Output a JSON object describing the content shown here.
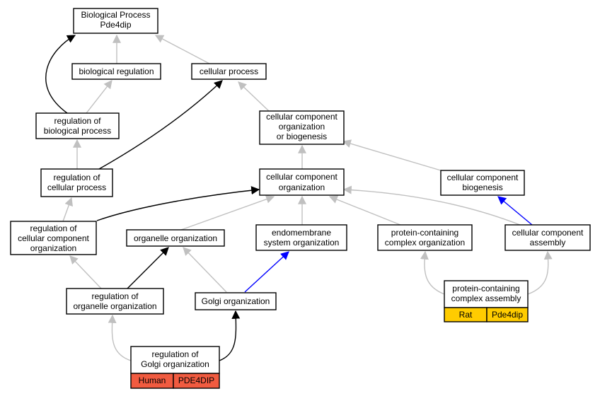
{
  "colors": {
    "edge_gray": "#c0c0c0",
    "edge_black": "#000000",
    "edge_blue": "#0000ff",
    "node_border": "#000000",
    "node_fill": "#ffffff",
    "human_fill": "#f15b40",
    "rat_fill": "#ffcc00"
  },
  "nodes": {
    "bp_root": {
      "lines": [
        "Biological Process",
        "Pde4dip"
      ]
    },
    "bio_reg": {
      "lines": [
        "biological regulation"
      ]
    },
    "cell_proc": {
      "lines": [
        "cellular process"
      ]
    },
    "reg_bio_proc": {
      "lines": [
        "regulation of",
        "biological process"
      ]
    },
    "ccob": {
      "lines": [
        "cellular component",
        "organization",
        "or biogenesis"
      ]
    },
    "reg_cell_proc": {
      "lines": [
        "regulation of",
        "cellular process"
      ]
    },
    "cco": {
      "lines": [
        "cellular component",
        "organization"
      ]
    },
    "ccb": {
      "lines": [
        "cellular component",
        "biogenesis"
      ]
    },
    "reg_cco": {
      "lines": [
        "regulation of",
        "cellular component",
        "organization"
      ]
    },
    "org_org": {
      "lines": [
        "organelle organization"
      ]
    },
    "endo_org": {
      "lines": [
        "endomembrane",
        "system organization"
      ]
    },
    "pcco": {
      "lines": [
        "protein-containing",
        "complex organization"
      ]
    },
    "cca": {
      "lines": [
        "cellular component",
        "assembly"
      ]
    },
    "reg_org_org": {
      "lines": [
        "regulation of",
        "organelle organization"
      ]
    },
    "golgi_org": {
      "lines": [
        "Golgi organization"
      ]
    },
    "pcca": {
      "lines": [
        "protein-containing",
        "complex assembly"
      ],
      "tags": [
        "Rat",
        "Pde4dip"
      ]
    },
    "reg_golgi": {
      "lines": [
        "regulation of",
        "Golgi organization"
      ],
      "tags": [
        "Human",
        "PDE4DIP"
      ]
    }
  }
}
